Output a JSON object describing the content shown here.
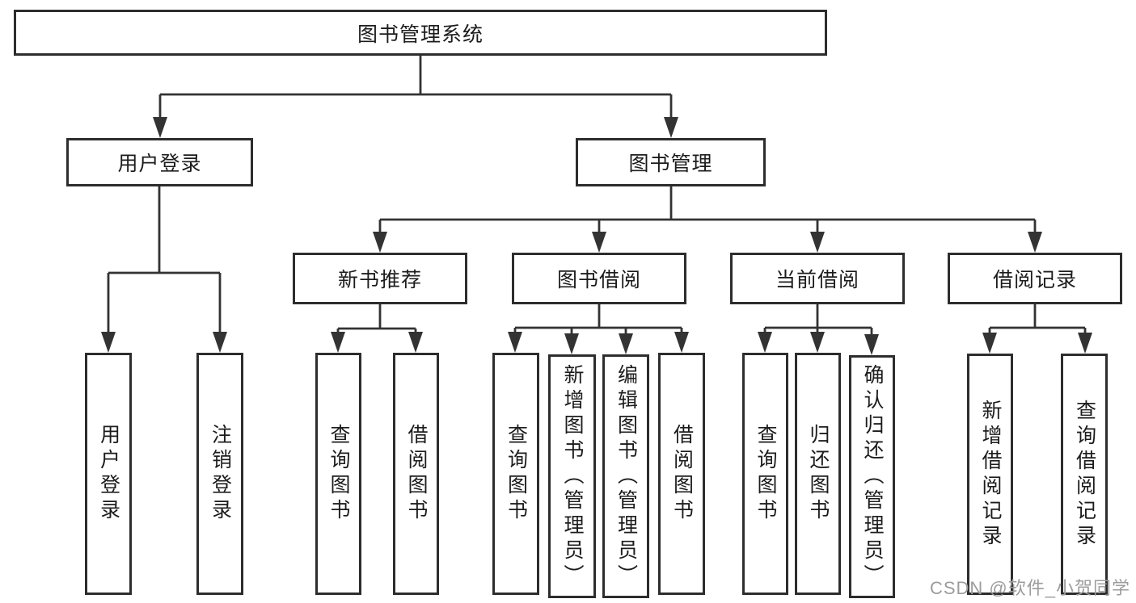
{
  "diagram_title": "图书管理系统",
  "colors": {
    "line": "#333333",
    "box_border": "#2d2d2d",
    "box_background": "#ffffff",
    "text": "#1c1c1c",
    "watermark": "#9c9c9c",
    "page_background": "#ffffff"
  },
  "nodes": {
    "root": {
      "label": "图书管理系统"
    },
    "userLoginGroup": {
      "label": "用户登录"
    },
    "bookMgmt": {
      "label": "图书管理"
    },
    "newBookRec": {
      "label": "新书推荐"
    },
    "bookBorrow": {
      "label": "图书借阅"
    },
    "currentBorrow": {
      "label": "当前借阅"
    },
    "borrowRecords": {
      "label": "借阅记录"
    },
    "userLogin": {
      "label": "用户登录"
    },
    "logout": {
      "label": "注销登录"
    },
    "nbrQuery": {
      "label": "查询图书"
    },
    "nbrBorrow": {
      "label": "借阅图书"
    },
    "bbQuery": {
      "label": "查询图书"
    },
    "bbAdd": {
      "label": "新增图书（管理员）"
    },
    "bbEdit": {
      "label": "编辑图书（管理员）"
    },
    "bbBorrow": {
      "label": "借阅图书"
    },
    "cbQuery": {
      "label": "查询图书"
    },
    "cbReturn": {
      "label": "归还图书"
    },
    "cbConfirm": {
      "label": "确认归还（管理员）"
    },
    "brAdd": {
      "label": "新增借阅记录"
    },
    "brQuery": {
      "label": "查询借阅记录"
    }
  },
  "hierarchy": {
    "图书管理系统": {
      "用户登录": [
        "用户登录",
        "注销登录"
      ],
      "图书管理": {
        "新书推荐": [
          "查询图书",
          "借阅图书"
        ],
        "图书借阅": [
          "查询图书",
          "新增图书（管理员）",
          "编辑图书（管理员）",
          "借阅图书"
        ],
        "当前借阅": [
          "查询图书",
          "归还图书",
          "确认归还（管理员）"
        ],
        "借阅记录": [
          "新增借阅记录",
          "查询借阅记录"
        ]
      }
    }
  },
  "watermark": {
    "text": "CSDN @软件_小贺同学"
  }
}
